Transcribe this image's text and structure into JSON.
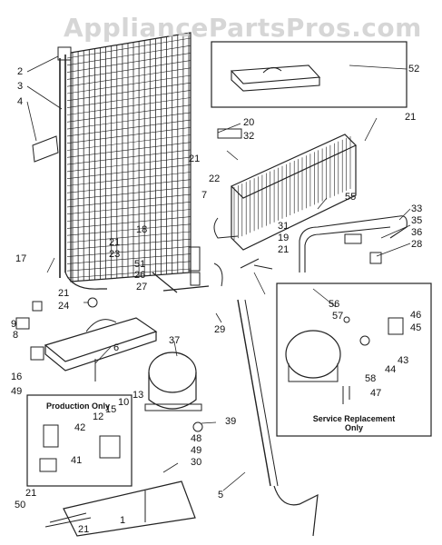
{
  "watermark": "AppliancePartsPros.com",
  "boxes": {
    "production_only": "Production Only",
    "service_replacement_1": "Service Replacement",
    "service_replacement_2": "Only"
  },
  "callouts": {
    "c2": "2",
    "c3": "3",
    "c4": "4",
    "c52": "52",
    "c20": "20",
    "c32": "32",
    "c21a": "21",
    "c21b": "21",
    "c22": "22",
    "c7": "7",
    "c55": "55",
    "c18": "18",
    "c33": "33",
    "c35": "35",
    "c36": "36",
    "c28": "28",
    "c31": "31",
    "c19": "19",
    "c21c": "21",
    "c21d": "21",
    "c23": "23",
    "c17": "17",
    "c51": "51",
    "c26": "26",
    "c27": "27",
    "c21e": "21",
    "c24": "24",
    "c56": "56",
    "c57": "57",
    "c46": "46",
    "c45": "45",
    "c43": "43",
    "c44": "44",
    "c58": "58",
    "c47": "47",
    "c9": "9",
    "c8": "8",
    "c6": "6",
    "c29": "29",
    "c37": "37",
    "c16": "16",
    "c49a": "49",
    "c13": "13",
    "c10": "10",
    "c15": "15",
    "c12": "12",
    "c42": "42",
    "c41": "41",
    "c39": "39",
    "c48": "48",
    "c49b": "49",
    "c30": "30",
    "c5": "5",
    "c21f": "21",
    "c50": "50",
    "c21g": "21",
    "c1": "1"
  }
}
